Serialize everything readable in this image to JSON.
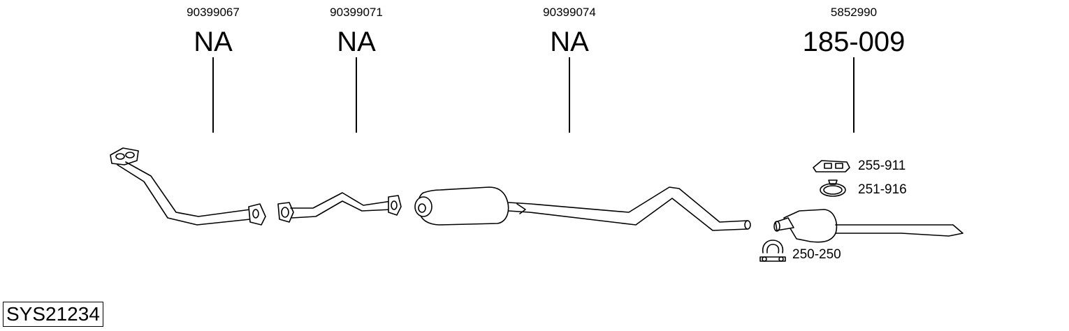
{
  "diagram": {
    "columns": [
      {
        "oe": "90399067",
        "part": "NA"
      },
      {
        "oe": "90399071",
        "part": "NA"
      },
      {
        "oe": "90399074",
        "part": "NA"
      },
      {
        "oe": "5852990",
        "part": "185-009"
      }
    ],
    "accessories": [
      {
        "label": "255-911",
        "icon": "rubber-hanger-icon"
      },
      {
        "label": "251-916",
        "icon": "pipe-clamp-icon"
      },
      {
        "label": "250-250",
        "icon": "u-clamp-icon"
      }
    ],
    "system_code": "SYS21234"
  }
}
